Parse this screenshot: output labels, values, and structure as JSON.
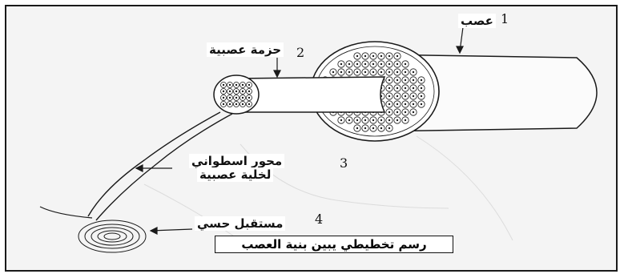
{
  "labels": {
    "nerve": {
      "number": "1",
      "text": "عصب"
    },
    "bundle": {
      "number": "2",
      "text": "حزمة عصبية"
    },
    "axon": {
      "number": "3",
      "line1": "محور اسطواني",
      "line2": "لخلية عصبية"
    },
    "receptor": {
      "number": "4",
      "text": "مستقبل حسي"
    }
  },
  "caption": "رسم تخطيطي يبين بنية العصب",
  "colors": {
    "line": "#1a1a1a",
    "background": "#f4f4f4",
    "frame": "#1a1a1a"
  }
}
